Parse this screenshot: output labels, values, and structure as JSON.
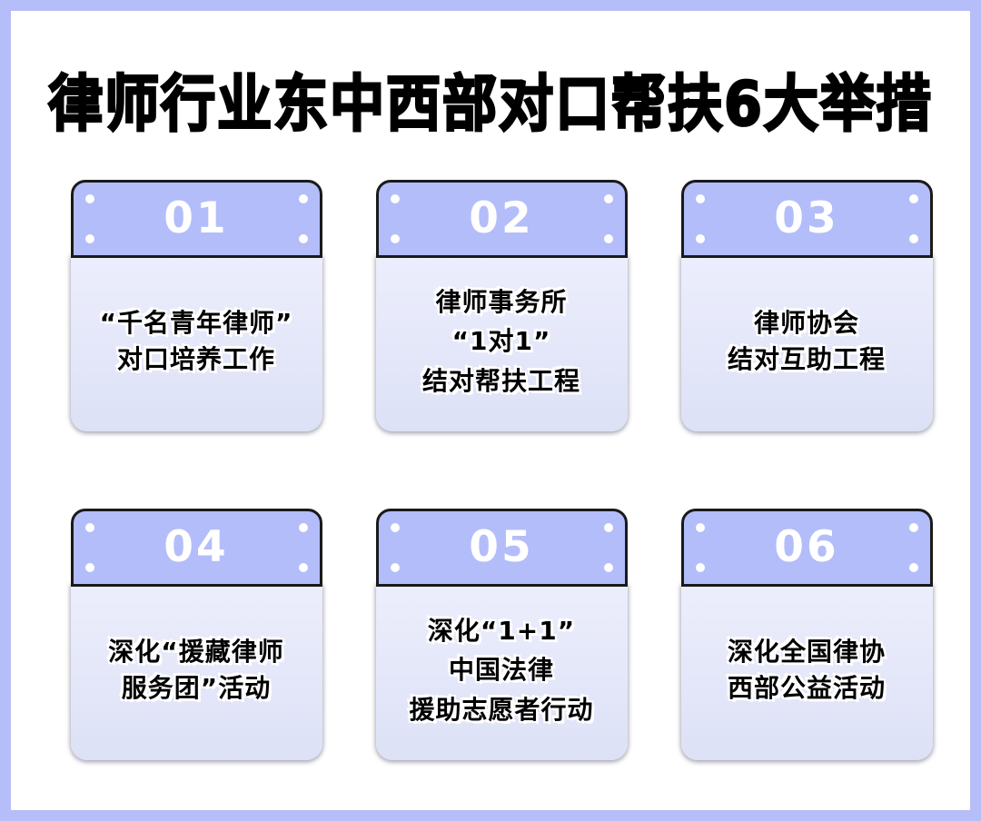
{
  "poster": {
    "title": "律师行业东中西部对口帮扶6大举措",
    "frame_color": "#b5bef9",
    "page_background": "#ffffff"
  },
  "theme": {
    "header_fill": "#b3bdf9",
    "header_outline": "#1a1a1a",
    "body_gradient_top": "#eceefc",
    "body_gradient_bottom": "#dde1f6",
    "number_color": "#ffffff",
    "text_color": "#000000",
    "text_halo_color": "#ffffff",
    "dot_color": "#ffffff"
  },
  "cards": [
    {
      "number": "01",
      "lines": [
        "“千名青年律师”",
        "对口培养工作"
      ]
    },
    {
      "number": "02",
      "lines": [
        "律师事务所",
        "“1对1”",
        "结对帮扶工程"
      ]
    },
    {
      "number": "03",
      "lines": [
        "律师协会",
        "结对互助工程"
      ]
    },
    {
      "number": "04",
      "lines": [
        "深化“援藏律师",
        "服务团”活动"
      ]
    },
    {
      "number": "05",
      "lines": [
        "深化“1+1”",
        "中国法律",
        "援助志愿者行动"
      ]
    },
    {
      "number": "06",
      "lines": [
        "深化全国律协",
        "西部公益活动"
      ]
    }
  ]
}
